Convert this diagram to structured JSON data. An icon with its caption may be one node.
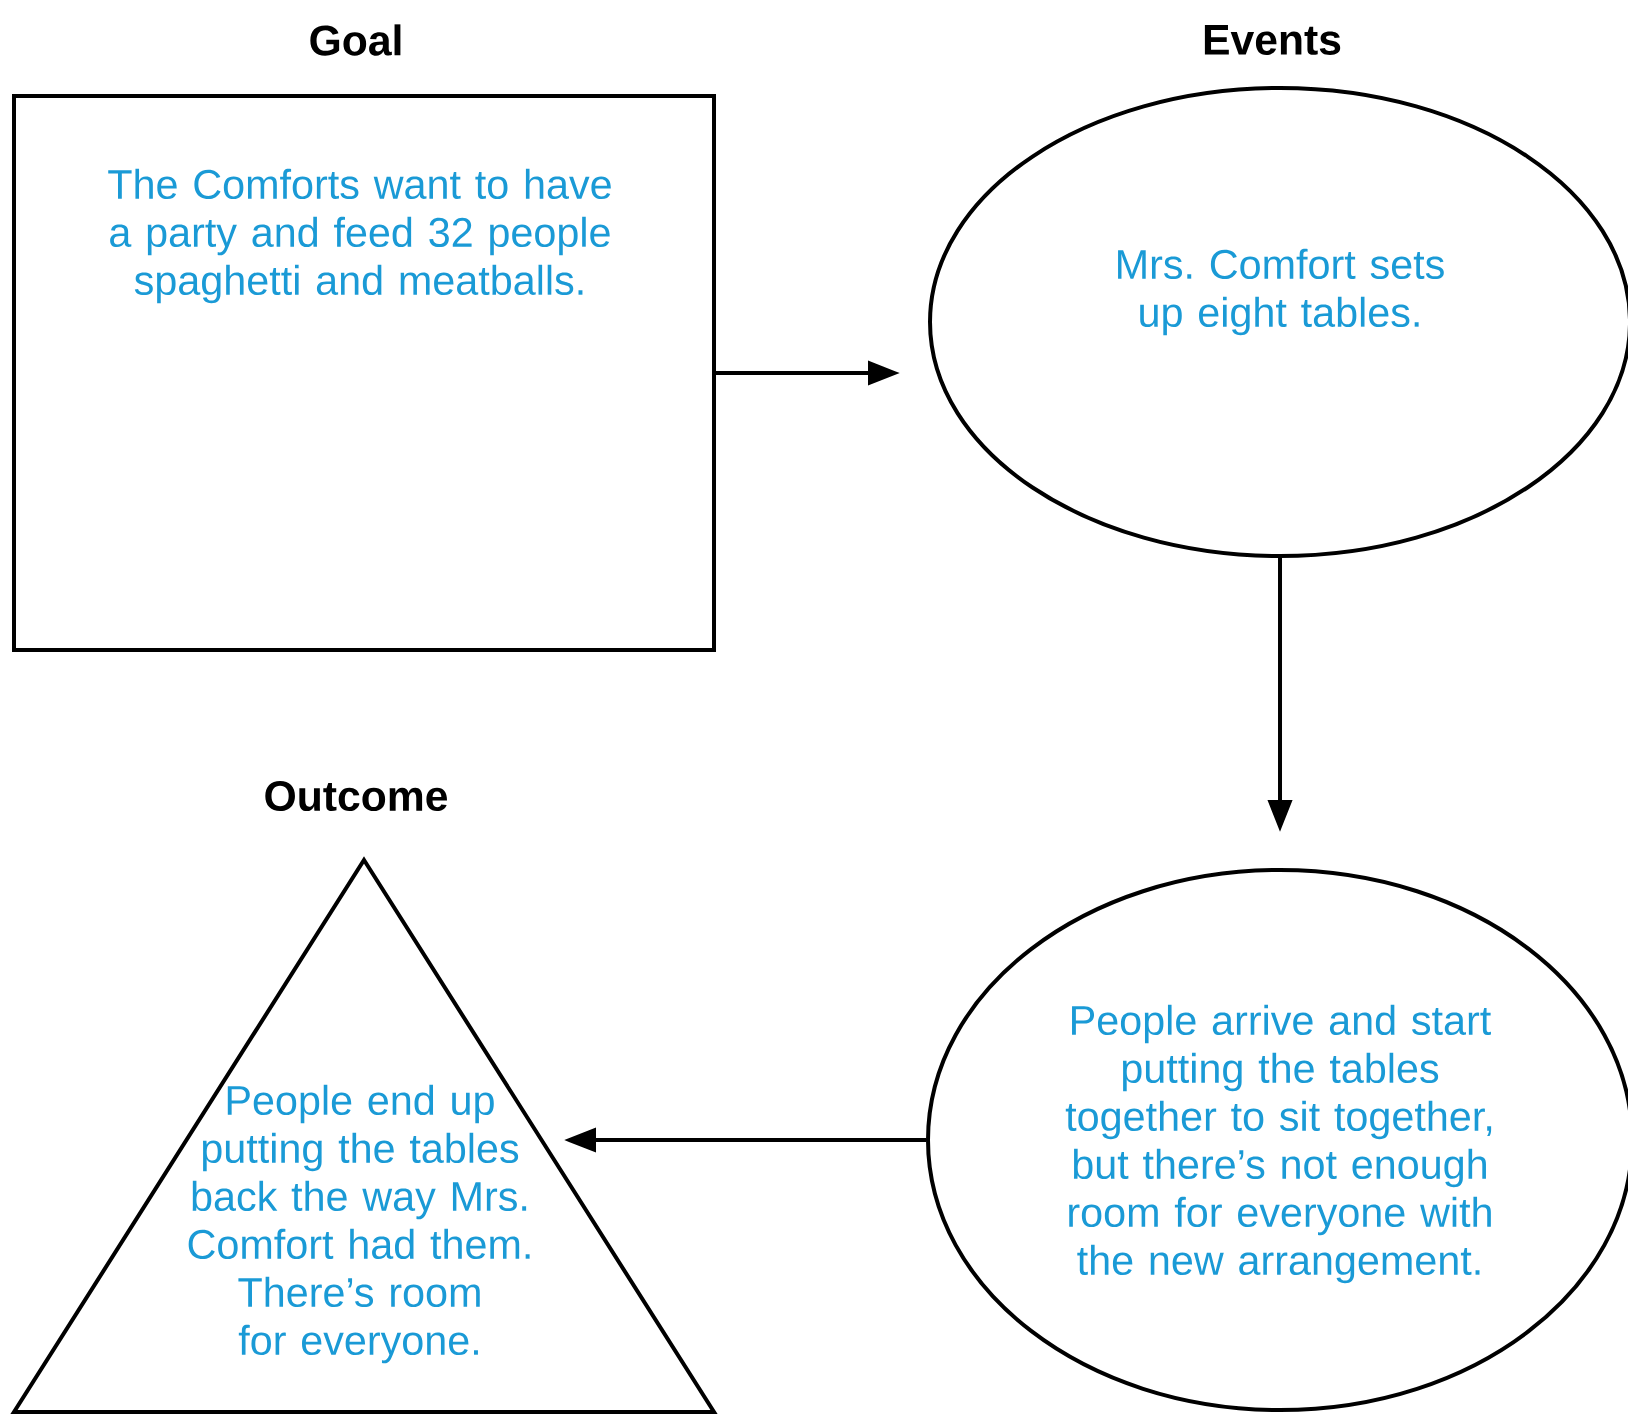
{
  "diagram": {
    "nodes": [
      {
        "text": [
          "Goal",
          "The Comforts want to have a party and feed 32 people spaghetti and meatballs."
        ]
      },
      {
        "text": [
          "Events",
          "Mrs. Comfort sets up eight tables."
        ]
      },
      {
        "text": [
          "People arrive and start putting the tables together to sit together, but there’s not enough room for everyone with the new arrangement."
        ]
      },
      {
        "text": [
          "Outcome",
          "People end up putting the tables back the way Mrs. Comfort had them. There’s room for everyone."
        ]
      }
    ],
    "edges": [
      {
        "from": 0,
        "to": 1,
        "arrow": "to"
      },
      {
        "from": 1,
        "to": 2,
        "arrow": "to"
      },
      {
        "from": 2,
        "to": 3,
        "arrow": "to"
      }
    ]
  }
}
